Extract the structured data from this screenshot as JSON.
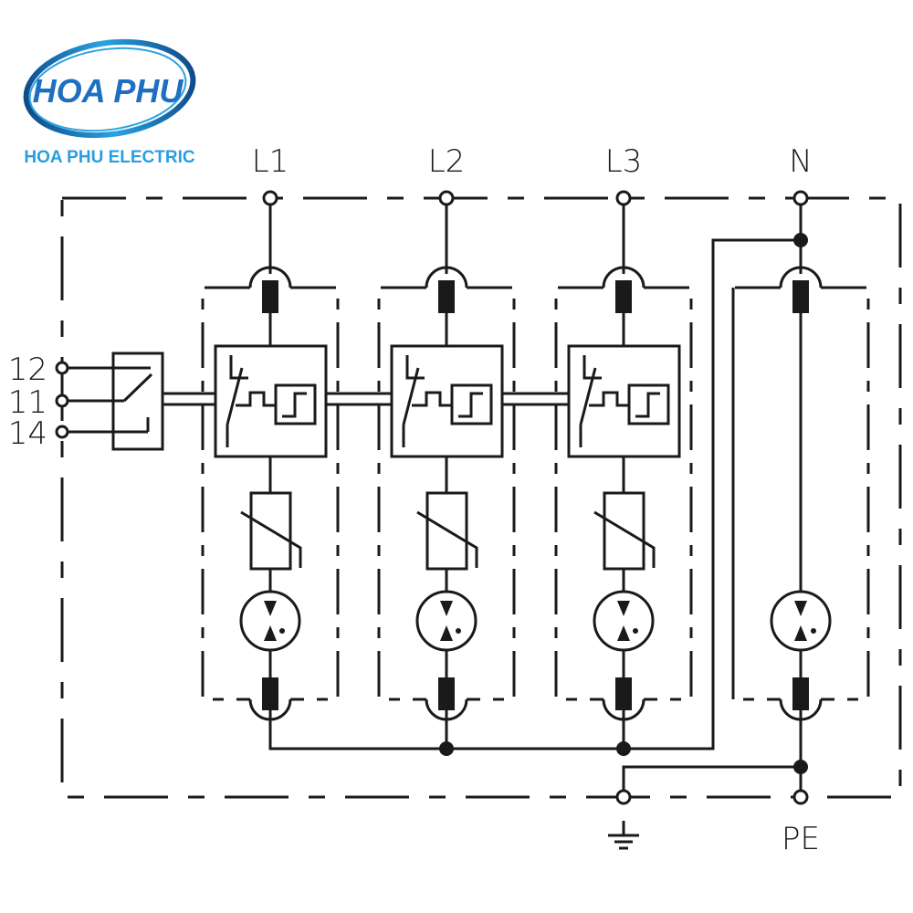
{
  "logo": {
    "brand": "HOA PHU",
    "subtitle": "HOA PHU ELECTRIC",
    "colors": {
      "primary": "#1e6fc0",
      "light": "#2aa3e3",
      "dark": "#0f4c8a"
    }
  },
  "diagram": {
    "title": "Surge protection device 3+1 wiring schematic",
    "terminals_top": [
      {
        "id": "L1",
        "label": "L1"
      },
      {
        "id": "L2",
        "label": "L2"
      },
      {
        "id": "L3",
        "label": "L3"
      },
      {
        "id": "N",
        "label": "N"
      }
    ],
    "terminals_bottom": [
      {
        "id": "earth",
        "label": "",
        "icon": "ground-icon"
      },
      {
        "id": "PE",
        "label": "PE"
      }
    ],
    "remote_contact_terminals": [
      {
        "id": "12",
        "label": "12"
      },
      {
        "id": "11",
        "label": "11"
      },
      {
        "id": "14",
        "label": "14"
      }
    ],
    "modules": [
      {
        "id": "module-l1",
        "components": [
          "fuse",
          "thermal-disconnector",
          "varistor",
          "spark-gap",
          "fuse"
        ]
      },
      {
        "id": "module-l2",
        "components": [
          "fuse",
          "thermal-disconnector",
          "varistor",
          "spark-gap",
          "fuse"
        ]
      },
      {
        "id": "module-l3",
        "components": [
          "fuse",
          "thermal-disconnector",
          "varistor",
          "spark-gap",
          "fuse"
        ]
      },
      {
        "id": "module-n",
        "components": [
          "fuse",
          "spark-gap",
          "fuse"
        ]
      }
    ],
    "colors": {
      "line": "#1a1a1a",
      "background": "#ffffff"
    }
  }
}
